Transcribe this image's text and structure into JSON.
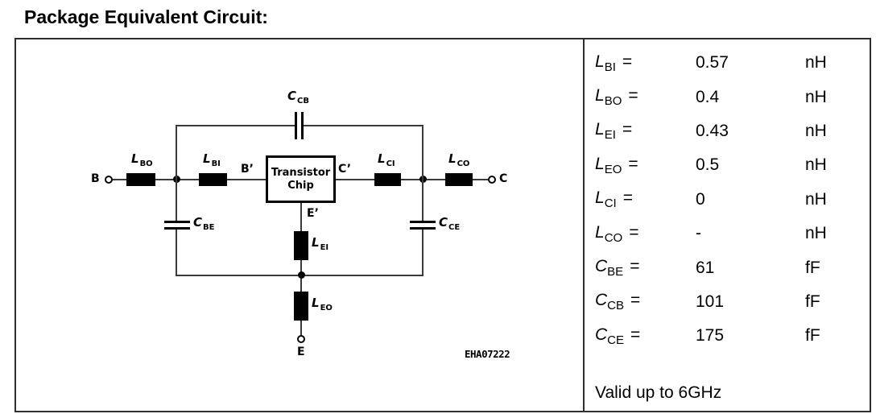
{
  "title": "Package Equivalent Circuit:",
  "figure_code": "EHA07222",
  "validity_note": "Valid up to 6GHz",
  "parameters": [
    {
      "base": "L",
      "sub": "BI",
      "eq": "=",
      "value": "0.57",
      "unit": "nH"
    },
    {
      "base": "L",
      "sub": "BO",
      "eq": "=",
      "value": "0.4",
      "unit": "nH"
    },
    {
      "base": "L",
      "sub": "EI",
      "eq": "=",
      "value": "0.43",
      "unit": "nH"
    },
    {
      "base": "L",
      "sub": "EO",
      "eq": "=",
      "value": "0.5",
      "unit": "nH"
    },
    {
      "base": "L",
      "sub": "CI",
      "eq": "=",
      "value": "0",
      "unit": "nH"
    },
    {
      "base": "L",
      "sub": "CO",
      "eq": "=",
      "value": "-",
      "unit": "nH"
    },
    {
      "base": "C",
      "sub": "BE",
      "eq": "=",
      "value": "61",
      "unit": "fF"
    },
    {
      "base": "C",
      "sub": "CB",
      "eq": "=",
      "value": "101",
      "unit": "fF"
    },
    {
      "base": "C",
      "sub": "CE",
      "eq": "=",
      "value": "175",
      "unit": "fF"
    }
  ],
  "circuit": {
    "terminals": {
      "b": "B",
      "c": "C",
      "e": "E"
    },
    "nodes": {
      "b_prime": "B’",
      "c_prime": "C’",
      "e_prime": "E’"
    },
    "chip": {
      "line1": "Transistor",
      "line2": "Chip"
    },
    "components": {
      "l_bo": {
        "base": "L",
        "sub": "BO"
      },
      "l_bi": {
        "base": "L",
        "sub": "BI"
      },
      "l_ci": {
        "base": "L",
        "sub": "CI"
      },
      "l_co": {
        "base": "L",
        "sub": "CO"
      },
      "l_ei": {
        "base": "L",
        "sub": "EI"
      },
      "l_eo": {
        "base": "L",
        "sub": "EO"
      },
      "c_cb": {
        "base": "C",
        "sub": "CB"
      },
      "c_be": {
        "base": "C",
        "sub": "BE"
      },
      "c_ce": {
        "base": "C",
        "sub": "CE"
      }
    },
    "colors": {
      "line": "#3a3a3a",
      "fill": "#000000",
      "background": "#ffffff"
    }
  }
}
